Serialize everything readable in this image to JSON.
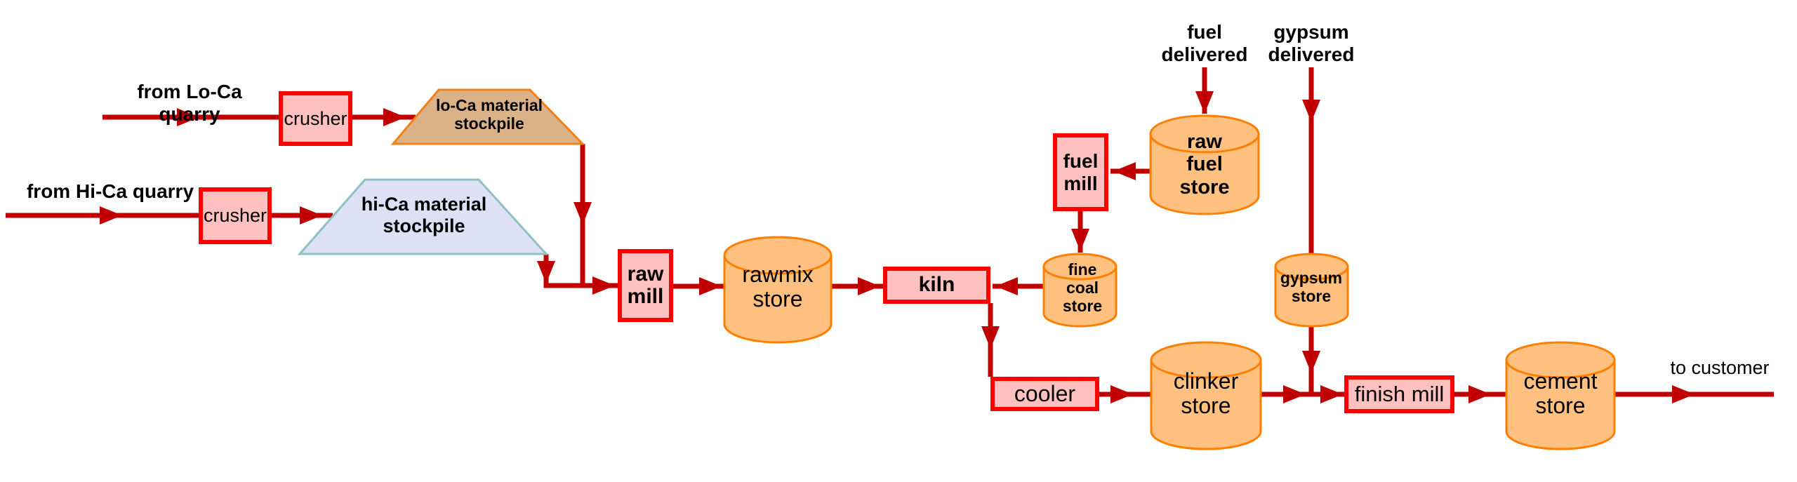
{
  "diagram_type": "process-flow",
  "subject": "cement manufacturing flow",
  "colors": {
    "background": "#FFFFFF",
    "connector_red": "#C00000",
    "process_box_border": "#FF0000",
    "process_box_fill": "#FFC0C0",
    "store_cylinder_fill": "#FFC080",
    "store_cylinder_stroke": "#FF8000",
    "lo_ca_stockpile_fill": "#DBB287",
    "lo_ca_stockpile_stroke": "#F08018",
    "hi_ca_stockpile_fill": "#DEE1F6",
    "hi_ca_stockpile_stroke": "#8FC0C0",
    "text": "#000000"
  },
  "edge_labels": {
    "from_lo_ca_quarry": "from Lo-Ca quarry",
    "from_hi_ca_quarry": "from Hi-Ca quarry",
    "fuel_delivered": "fuel\ndelivered",
    "gypsum_delivered": "gypsum\ndelivered",
    "to_customer": "to customer"
  },
  "nodes": {
    "crusher_lo": "crusher",
    "crusher_hi": "crusher",
    "lo_ca_stockpile": "lo-Ca material\nstockpile",
    "hi_ca_stockpile": "hi-Ca material\nstockpile",
    "raw_mill": "raw\nmill",
    "rawmix_store": "rawmix\nstore",
    "kiln": "kiln",
    "fine_coal_store": "fine\ncoal\nstore",
    "fuel_mill": "fuel\nmill",
    "raw_fuel_store": "raw\nfuel\nstore",
    "gypsum_store": "gypsum\nstore",
    "cooler": "cooler",
    "clinker_store": "clinker\nstore",
    "finish_mill": "finish mill",
    "cement_store": "cement\nstore"
  }
}
